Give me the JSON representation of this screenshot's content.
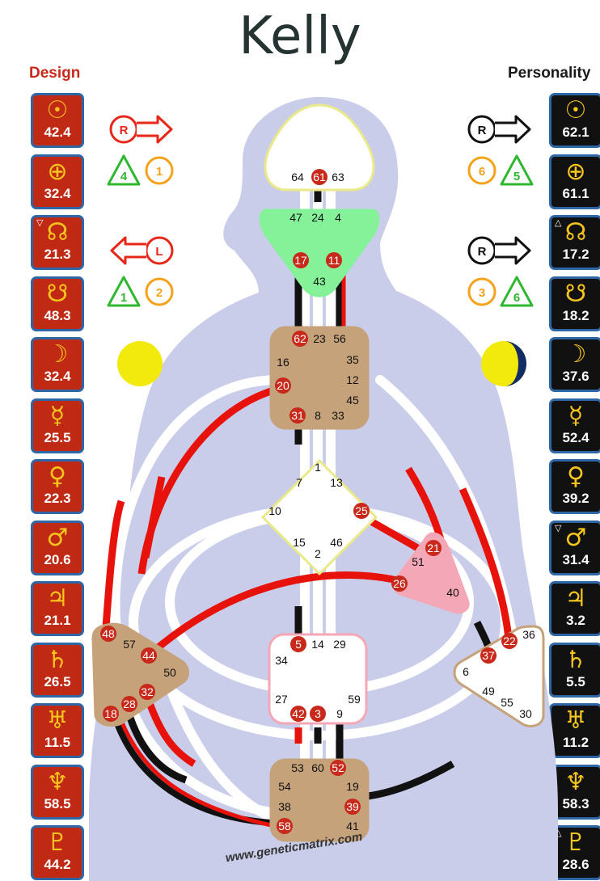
{
  "title": "Kelly",
  "design_label": "Design",
  "personality_label": "Personality",
  "url": "www.geneticmatrix.com",
  "colors": {
    "design_red": "#c8291b",
    "personality_black": "#111111",
    "planet_symbol": "#f7c51d",
    "center_tan": "#c6a27a",
    "throat_green": "#85f29a",
    "spleen_pink": "#f4a7b6",
    "body_silhouette": "#c9cde9"
  },
  "design_planets": [
    {
      "symbol": "☉",
      "value": "42.4",
      "mark": ""
    },
    {
      "symbol": "⊕",
      "value": "32.4",
      "mark": ""
    },
    {
      "symbol": "☊",
      "value": "21.3",
      "mark": "▽"
    },
    {
      "symbol": "☋",
      "value": "48.3",
      "mark": ""
    },
    {
      "symbol": "☽",
      "value": "32.4",
      "mark": ""
    },
    {
      "symbol": "☿",
      "value": "25.5",
      "mark": ""
    },
    {
      "symbol": "♀",
      "value": "22.3",
      "mark": ""
    },
    {
      "symbol": "♂",
      "value": "20.6",
      "mark": ""
    },
    {
      "symbol": "♃",
      "value": "21.1",
      "mark": ""
    },
    {
      "symbol": "♄",
      "value": "26.5",
      "mark": ""
    },
    {
      "symbol": "♅",
      "value": "11.5",
      "mark": ""
    },
    {
      "symbol": "♆",
      "value": "58.5",
      "mark": ""
    },
    {
      "symbol": "♇",
      "value": "44.2",
      "mark": ""
    }
  ],
  "personality_planets": [
    {
      "symbol": "☉",
      "value": "62.1",
      "mark": ""
    },
    {
      "symbol": "⊕",
      "value": "61.1",
      "mark": ""
    },
    {
      "symbol": "☊",
      "value": "17.2",
      "mark": "△"
    },
    {
      "symbol": "☋",
      "value": "18.2",
      "mark": ""
    },
    {
      "symbol": "☽",
      "value": "37.6",
      "mark": ""
    },
    {
      "symbol": "☿",
      "value": "52.4",
      "mark": ""
    },
    {
      "symbol": "♀",
      "value": "39.2",
      "mark": ""
    },
    {
      "symbol": "♂",
      "value": "31.4",
      "mark": "▽"
    },
    {
      "symbol": "♃",
      "value": "3.2",
      "mark": ""
    },
    {
      "symbol": "♄",
      "value": "5.5",
      "mark": ""
    },
    {
      "symbol": "♅",
      "value": "11.2",
      "mark": ""
    },
    {
      "symbol": "♆",
      "value": "58.3",
      "mark": ""
    },
    {
      "symbol": "♇",
      "value": "28.6",
      "mark": "△"
    }
  ],
  "variables": {
    "design_top_arrow": "R",
    "design_top_triangle": "4",
    "design_top_circle": "1",
    "design_bottom_arrow": "L",
    "design_bottom_triangle": "1",
    "design_bottom_circle": "2",
    "pers_top_arrow": "R",
    "pers_top_circle": "6",
    "pers_top_triangle": "5",
    "pers_bottom_arrow": "R",
    "pers_bottom_circle": "3",
    "pers_bottom_triangle": "6"
  },
  "gates": {
    "head": [
      {
        "n": "64",
        "active": false
      },
      {
        "n": "61",
        "active": true
      },
      {
        "n": "63",
        "active": false
      }
    ],
    "ajna": [
      {
        "n": "47",
        "active": false
      },
      {
        "n": "24",
        "active": false
      },
      {
        "n": "4",
        "active": false
      },
      {
        "n": "17",
        "active": true
      },
      {
        "n": "11",
        "active": true
      },
      {
        "n": "43",
        "active": false
      }
    ],
    "throat": [
      {
        "n": "62",
        "active": true
      },
      {
        "n": "23",
        "active": false
      },
      {
        "n": "56",
        "active": false
      },
      {
        "n": "16",
        "active": false
      },
      {
        "n": "35",
        "active": false
      },
      {
        "n": "20",
        "active": true
      },
      {
        "n": "12",
        "active": false
      },
      {
        "n": "45",
        "active": false
      },
      {
        "n": "31",
        "active": true
      },
      {
        "n": "8",
        "active": false
      },
      {
        "n": "33",
        "active": false
      }
    ],
    "g": [
      {
        "n": "1",
        "active": false
      },
      {
        "n": "7",
        "active": false
      },
      {
        "n": "13",
        "active": false
      },
      {
        "n": "10",
        "active": false
      },
      {
        "n": "25",
        "active": true
      },
      {
        "n": "15",
        "active": false
      },
      {
        "n": "46",
        "active": false
      },
      {
        "n": "2",
        "active": false
      }
    ],
    "heart": [
      {
        "n": "21",
        "active": true
      },
      {
        "n": "51",
        "active": false
      },
      {
        "n": "26",
        "active": true
      },
      {
        "n": "40",
        "active": false
      }
    ],
    "sacral": [
      {
        "n": "5",
        "active": true
      },
      {
        "n": "14",
        "active": false
      },
      {
        "n": "29",
        "active": false
      },
      {
        "n": "34",
        "active": false
      },
      {
        "n": "27",
        "active": false
      },
      {
        "n": "59",
        "active": false
      },
      {
        "n": "42",
        "active": true
      },
      {
        "n": "3",
        "active": true
      },
      {
        "n": "9",
        "active": false
      }
    ],
    "spleen": [
      {
        "n": "48",
        "active": true
      },
      {
        "n": "57",
        "active": false
      },
      {
        "n": "44",
        "active": true
      },
      {
        "n": "50",
        "active": false
      },
      {
        "n": "32",
        "active": true
      },
      {
        "n": "28",
        "active": true
      },
      {
        "n": "18",
        "active": true
      }
    ],
    "solar_plexus": [
      {
        "n": "36",
        "active": false
      },
      {
        "n": "22",
        "active": true
      },
      {
        "n": "37",
        "active": true
      },
      {
        "n": "6",
        "active": false
      },
      {
        "n": "49",
        "active": false
      },
      {
        "n": "55",
        "active": false
      },
      {
        "n": "30",
        "active": false
      }
    ],
    "root": [
      {
        "n": "53",
        "active": false
      },
      {
        "n": "60",
        "active": false
      },
      {
        "n": "52",
        "active": true
      },
      {
        "n": "54",
        "active": false
      },
      {
        "n": "19",
        "active": false
      },
      {
        "n": "38",
        "active": false
      },
      {
        "n": "39",
        "active": true
      },
      {
        "n": "58",
        "active": true
      },
      {
        "n": "41",
        "active": false
      }
    ]
  }
}
